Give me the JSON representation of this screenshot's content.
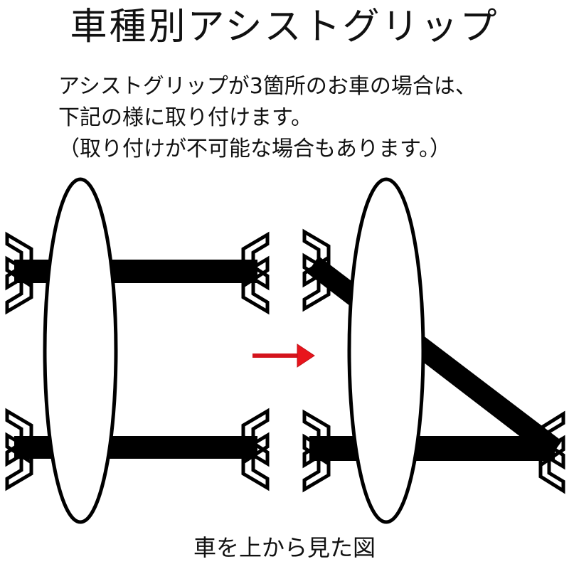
{
  "title": "車種別アシストグリップ",
  "description": {
    "line1": "アシストグリップが3箇所のお車の場合は、",
    "line2": "下記の様に取り付けます。",
    "line3": "（取り付けが不可能な場合もあります。）"
  },
  "caption": "車を上から見た図",
  "colors": {
    "ink": "#000000",
    "background": "#ffffff",
    "arrow": "#d4141c"
  },
  "icons": {
    "grip": "assist-grip-bracket",
    "arrow": "right-arrow"
  },
  "diagrams": [
    {
      "name": "before",
      "grips": 4,
      "straps": [
        "top-horizontal",
        "bottom-horizontal"
      ]
    },
    {
      "name": "after",
      "grips": 3,
      "straps": [
        "diagonal",
        "bottom-horizontal"
      ]
    }
  ]
}
